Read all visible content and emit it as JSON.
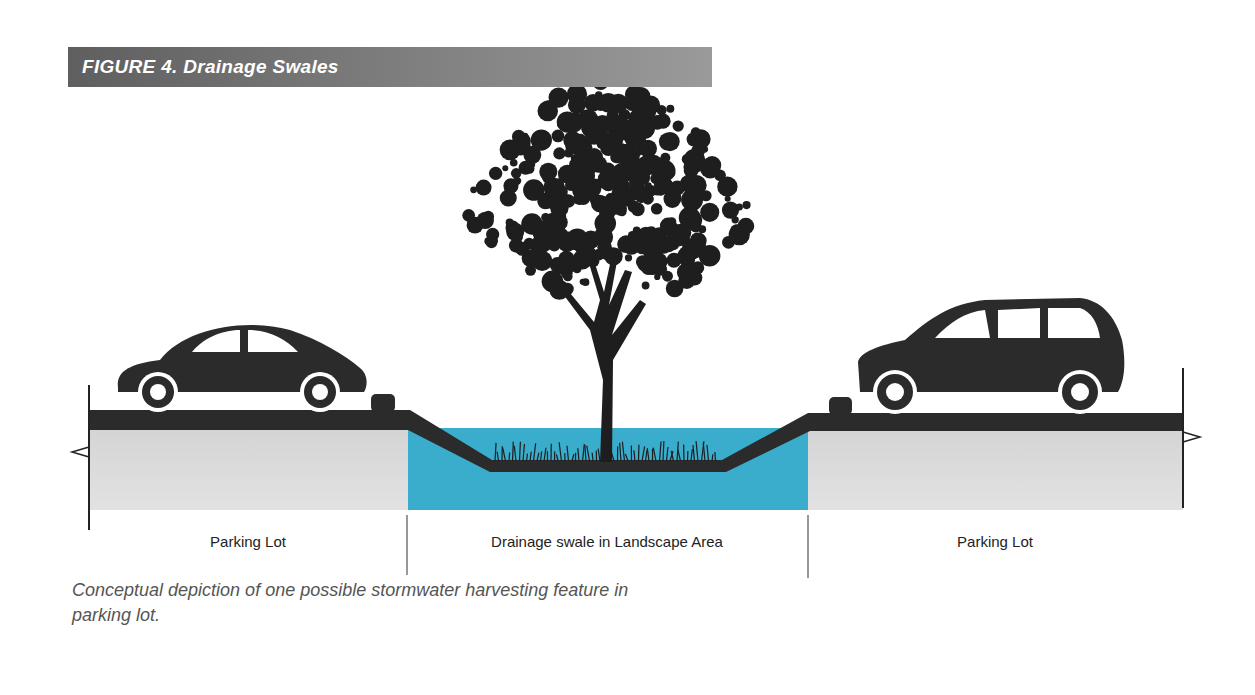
{
  "diagram": {
    "title": "FIGURE 4. Drainage Swales",
    "caption": "Conceptual depiction of one possible stormwater harvesting feature in parking lot.",
    "labels": [
      "Parking Lot",
      "Drainage swale in Landscape Area",
      "Parking Lot"
    ]
  }
}
